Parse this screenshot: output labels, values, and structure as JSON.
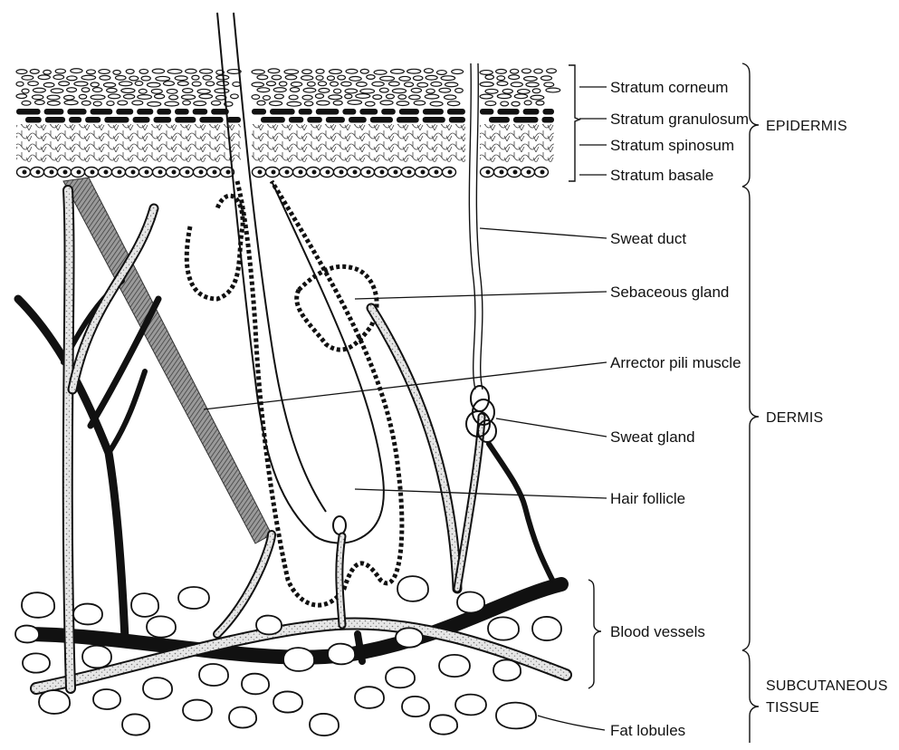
{
  "labels": {
    "stratum_corneum": "Stratum corneum",
    "stratum_granulosum": "Stratum granulosum",
    "stratum_spinosum": "Stratum spinosum",
    "stratum_basale": "Stratum basale",
    "sweat_duct": "Sweat duct",
    "sebaceous_gland": "Sebaceous gland",
    "arrector_pili_muscle": "Arrector pili muscle",
    "sweat_gland": "Sweat gland",
    "hair_follicle": "Hair follicle",
    "blood_vessels": "Blood vessels",
    "fat_lobules": "Fat lobules"
  },
  "regions": {
    "epidermis": "EPIDERMIS",
    "dermis": "DERMIS",
    "subcutaneous_line1": "SUBCUTANEOUS",
    "subcutaneous_line2": "TISSUE"
  },
  "colors": {
    "ink": "#111111",
    "background": "#ffffff",
    "muscle": "#555555",
    "vessel_light": "#d8d8d8"
  }
}
